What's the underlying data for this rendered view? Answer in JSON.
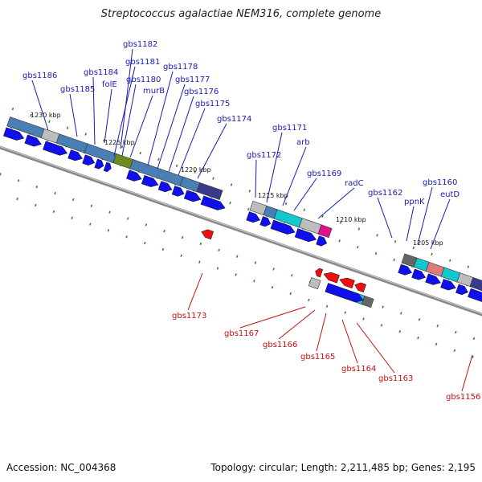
{
  "title": "Streptococcus agalactiae NEM316, complete genome",
  "footer": {
    "accession": "Accession: NC_004368",
    "summary": "Topology: circular; Length: 2,211,485 bp; Genes: 2,195"
  },
  "scale_labels": [
    "1230 kbp",
    "1225 kbp",
    "1220 kbp",
    "1215 kbp",
    "1210 kbp",
    "1205 kbp"
  ],
  "genes_top": [
    "gbs1186",
    "gbs1185",
    "gbs1184",
    "folE",
    "gbs1182",
    "gbs1181",
    "gbs1180",
    "murB",
    "gbs1178",
    "gbs1177",
    "gbs1176",
    "gbs1175",
    "gbs1174",
    "gbs1172",
    "gbs1171",
    "arb",
    "gbs1169",
    "radC",
    "gbs1162",
    "ppnK",
    "gbs1160",
    "eutD"
  ],
  "genes_bottom": [
    "gbs1173",
    "gbs1167",
    "gbs1166",
    "gbs1165",
    "gbs1164",
    "gbs1163",
    "gbs1156"
  ],
  "colors": {
    "top_label": "#1a1ab4",
    "bottom_label": "#c41010",
    "forward_gene": "#1010ee",
    "reverse_gene": "#ee1010",
    "backbone": "#888888",
    "ticks": "#2a8a2a",
    "cog_blue": "#4a7fb5",
    "cog_gray": "#bdbdbd",
    "cog_navy": "#3a3a8a",
    "cog_olive": "#6f8a1e",
    "cog_cyan": "#12c8cf",
    "cog_magenta": "#e0118a",
    "cog_salmon": "#e07a7a",
    "cog_dark_gray": "#666666"
  }
}
